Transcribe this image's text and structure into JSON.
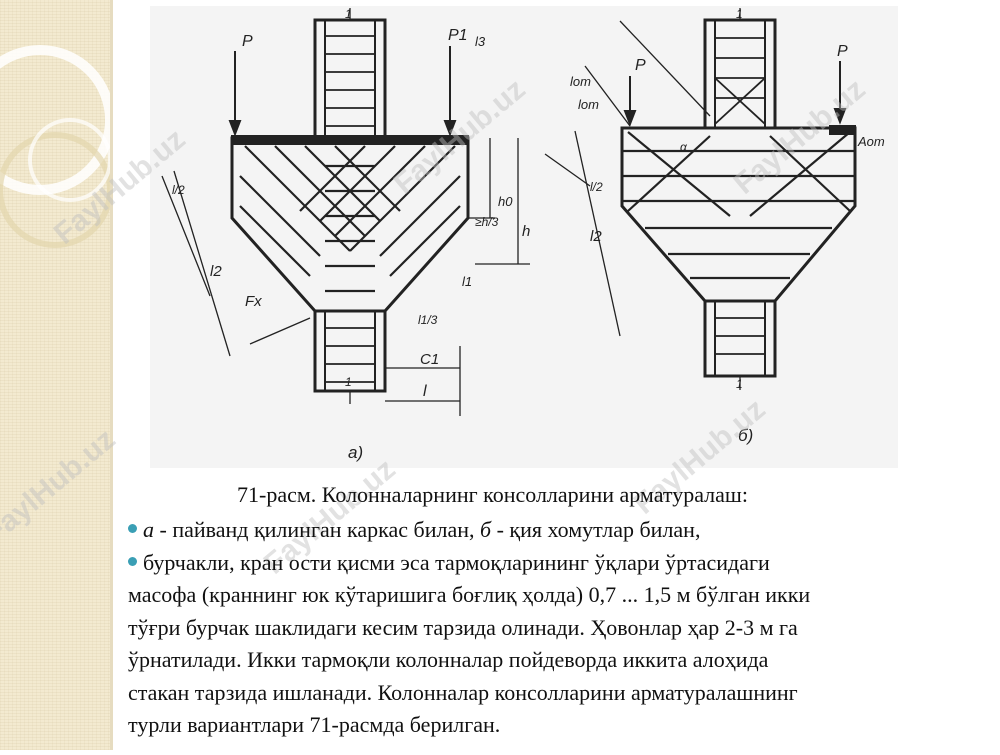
{
  "watermark": "FaylHub.uz",
  "figure": {
    "label_a": "а)",
    "label_b": "б)",
    "dims_a": [
      "P",
      "P1",
      "l3",
      "1",
      "1",
      "l2",
      "Fx",
      "≥h/3",
      "h0",
      "h",
      "l1",
      "l1/3",
      "C1",
      "l",
      "l/2"
    ],
    "dims_b": [
      "P",
      "P",
      "lom",
      "lom",
      "l2",
      "l/2",
      "Aom",
      "1",
      "1",
      "α"
    ]
  },
  "caption": "71-расм. Колонналарнинг консолларини арматуралаш:",
  "bullet1": {
    "a_letter": "а",
    "a_text": " - пайванд қилинган каркас билан, ",
    "b_letter": "б",
    "b_text": " - қия хомутлар билан,"
  },
  "bullet2_first": "бурчакли, кран ости қисми эса тармоқларининг ўқлари ўртасидаги",
  "paragraph_lines": [
    "масофа (краннинг юк кўтаришига боғлиқ ҳолда) 0,7 ... 1,5 м бўлган икки",
    "тўғри бурчак шаклидаги кесим тарзида  олинади. Ҳовонлар ҳар 2-3 м га",
    "ўрнатилади. Икки тармоқли колонналар  пойдеворда иккита алоҳида",
    "стакан тарзида ишланади. Колонналар консолларини арматуралашнинг",
    "турли вариантлари 71-расмда берилган."
  ]
}
